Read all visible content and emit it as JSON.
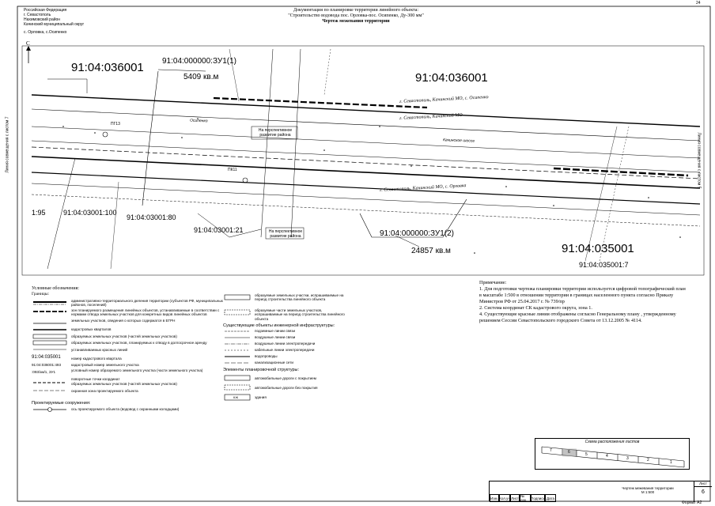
{
  "header": {
    "org": [
      "Российская Федерация",
      "г. Севастополь",
      "Нахимовский район",
      "Качинский муниципальный округ"
    ],
    "location": "с. Орловка, с.Осипенко",
    "doc_title": "Документация по планировке территории линейного объекта:",
    "doc_subtitle": "\"Строительство водовода пос. Орловка-пос. Осипенко, Ду-300 мм\"",
    "doc_sheet": "Чертеж межевания территории",
    "page_no": "24"
  },
  "map": {
    "north": "С",
    "blocks": {
      "b1": "91:04:036001",
      "b2": "91:04:036001",
      "b3": "91:04:035001",
      "p1": "91:04:000000:ЗУ1(1)",
      "p1_area": "5409 кв.м",
      "p2": "91:04:000000:ЗУ1(2)",
      "p2_area": "24857 кв.м",
      "c100": "91:04:03001:100",
      "c80": "91:04:03001:80",
      "c21": "91:04:03001:21",
      "c195": "1:95",
      "c7": "91:04:035001:7"
    },
    "labels": {
      "osip": "г. Севастополь, Качинский МО, с. Осипенко",
      "kachmo": "г. Севастополь, Качинский МО",
      "orlovka": "г. Севастополь, Качинский МО, с. Орловка",
      "road_osip": "Осипенко",
      "road_kach": "Качинское шоссе",
      "persp1": "На перспективное развитие района",
      "persp2": "На перспективное развитие района",
      "left_edge": "Линия совмещения с листом 7",
      "right_edge": "Линия совмещения с листом 5",
      "pg13": "ПГ13",
      "pk11": "ПК11"
    }
  },
  "legend": {
    "title": "Условные обозначения:",
    "borders": "Границы:",
    "items": [
      "административно-территориального деления территории (субъектов РФ, муниципальных районов, поселений)",
      "зон планируемого размещения линейных объектов, устанавливаемые в соответствии с нормами отвода земельных участков для конкретных видов линейных объектов",
      "земельных участков, сведения о которых содержатся в ЕГРН",
      "кадастровых кварталов",
      "образуемых земельных участков (частей земельных участков)",
      "образуемых земельных участков, планируемых к отводу в долгосрочное аренду",
      "устанавливаемых красных линий",
      "номер кадастрового квартала",
      "кадастровый номер земельного участка",
      "условный номер образуемого земельного участка (части земельного участка)",
      "поворотные точки координат",
      "образуемых земельных участков (частей земельных участков)",
      "охранная зона проектируемого объекта"
    ],
    "codes": [
      "91:04:035001",
      "91:04:036001:493",
      ":093/зм/1, ЗУ1"
    ],
    "designed_title": "Проектируемые сооружения:",
    "designed_item": "ось проектируемого объекта (водовод с охранными колодцами)",
    "mid_items": [
      "образуемые земельных участки, испрашиваемые на период строительства линейного объекта",
      "образуемые части земельных участков, испрашиваемые на период строительства линейного объекта"
    ],
    "infra_title": "Существующие объекты инженерной инфраструктуры:",
    "infra_items": [
      "подземные линии связи",
      "воздушные линии связи",
      "воздушные линии электропередачи",
      "кабельные линии электропередачи",
      "водопроводы",
      "канализационные сети"
    ],
    "plan_title": "Элементы планировочной структуры:",
    "plan_items": [
      "автомобильные дороги с покрытием",
      "автомобильные дороги без покрытия",
      "здания"
    ],
    "building_code": "КЖ"
  },
  "notes": {
    "title": "Примечание:",
    "lines": [
      "1. Для подготовки чертежа планировки территории используется цифровой топографический план в масштабе 1:500 в отношении территории в границах населенного пункта согласно Приказу Министров РФ от 25.04.2017 г. № 739/пр",
      "2. Система координат СК кадастрового округа, зона 1.",
      "4. Существующие красные линии отображены согласно Генеральному плану , утвержденному решением Сессии Севастопольского городского Совета от 13.12.2005 № 4114."
    ]
  },
  "scheme": {
    "title": "Схема расположения листов",
    "cells": [
      "7",
      "6",
      "5",
      "4",
      "3",
      "2",
      "1"
    ]
  },
  "stamp": {
    "cols": [
      "Изм.",
      "Кол.уч",
      "Лист",
      "№ док.",
      "Подпись",
      "Дата"
    ],
    "sheet_title": "Чертеж межевания территории",
    "scale": "М 1:500",
    "sheet_label": "Лист",
    "sheet_no": "6",
    "format": "Формат А2"
  },
  "colors": {
    "line": "#000000",
    "paper": "#ffffff",
    "dash": "#333333"
  }
}
